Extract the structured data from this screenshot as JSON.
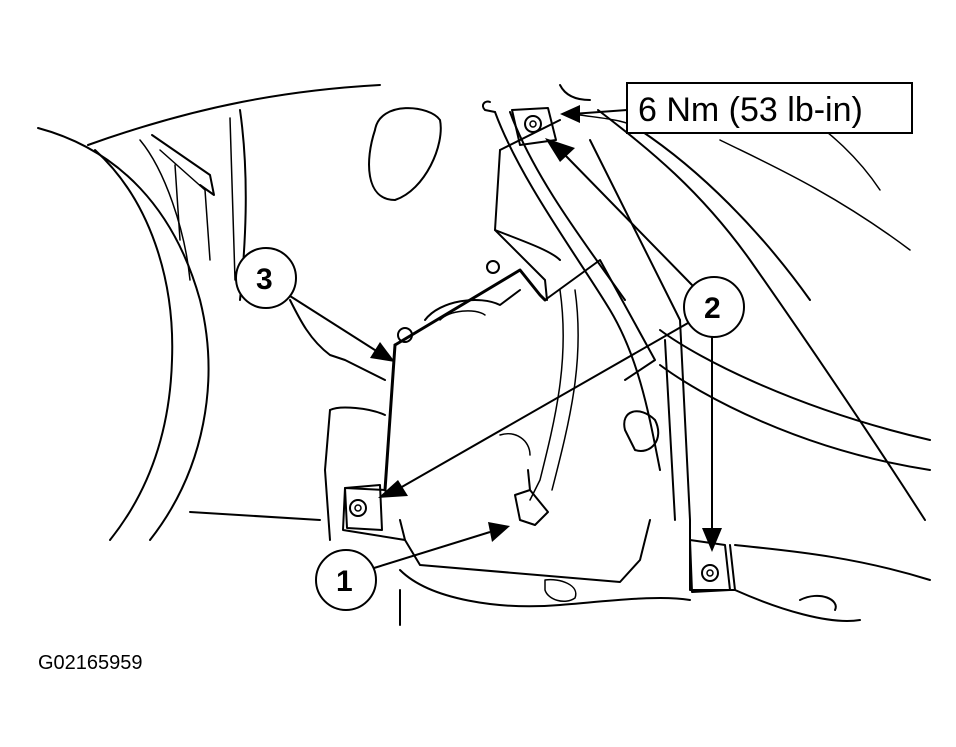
{
  "figure": {
    "id_label": "G02165959",
    "torque_spec": "6 Nm (53 lb-in)",
    "callouts": [
      {
        "number": "1"
      },
      {
        "number": "2"
      },
      {
        "number": "3"
      }
    ],
    "colors": {
      "line": "#000000",
      "background": "#ffffff"
    }
  }
}
